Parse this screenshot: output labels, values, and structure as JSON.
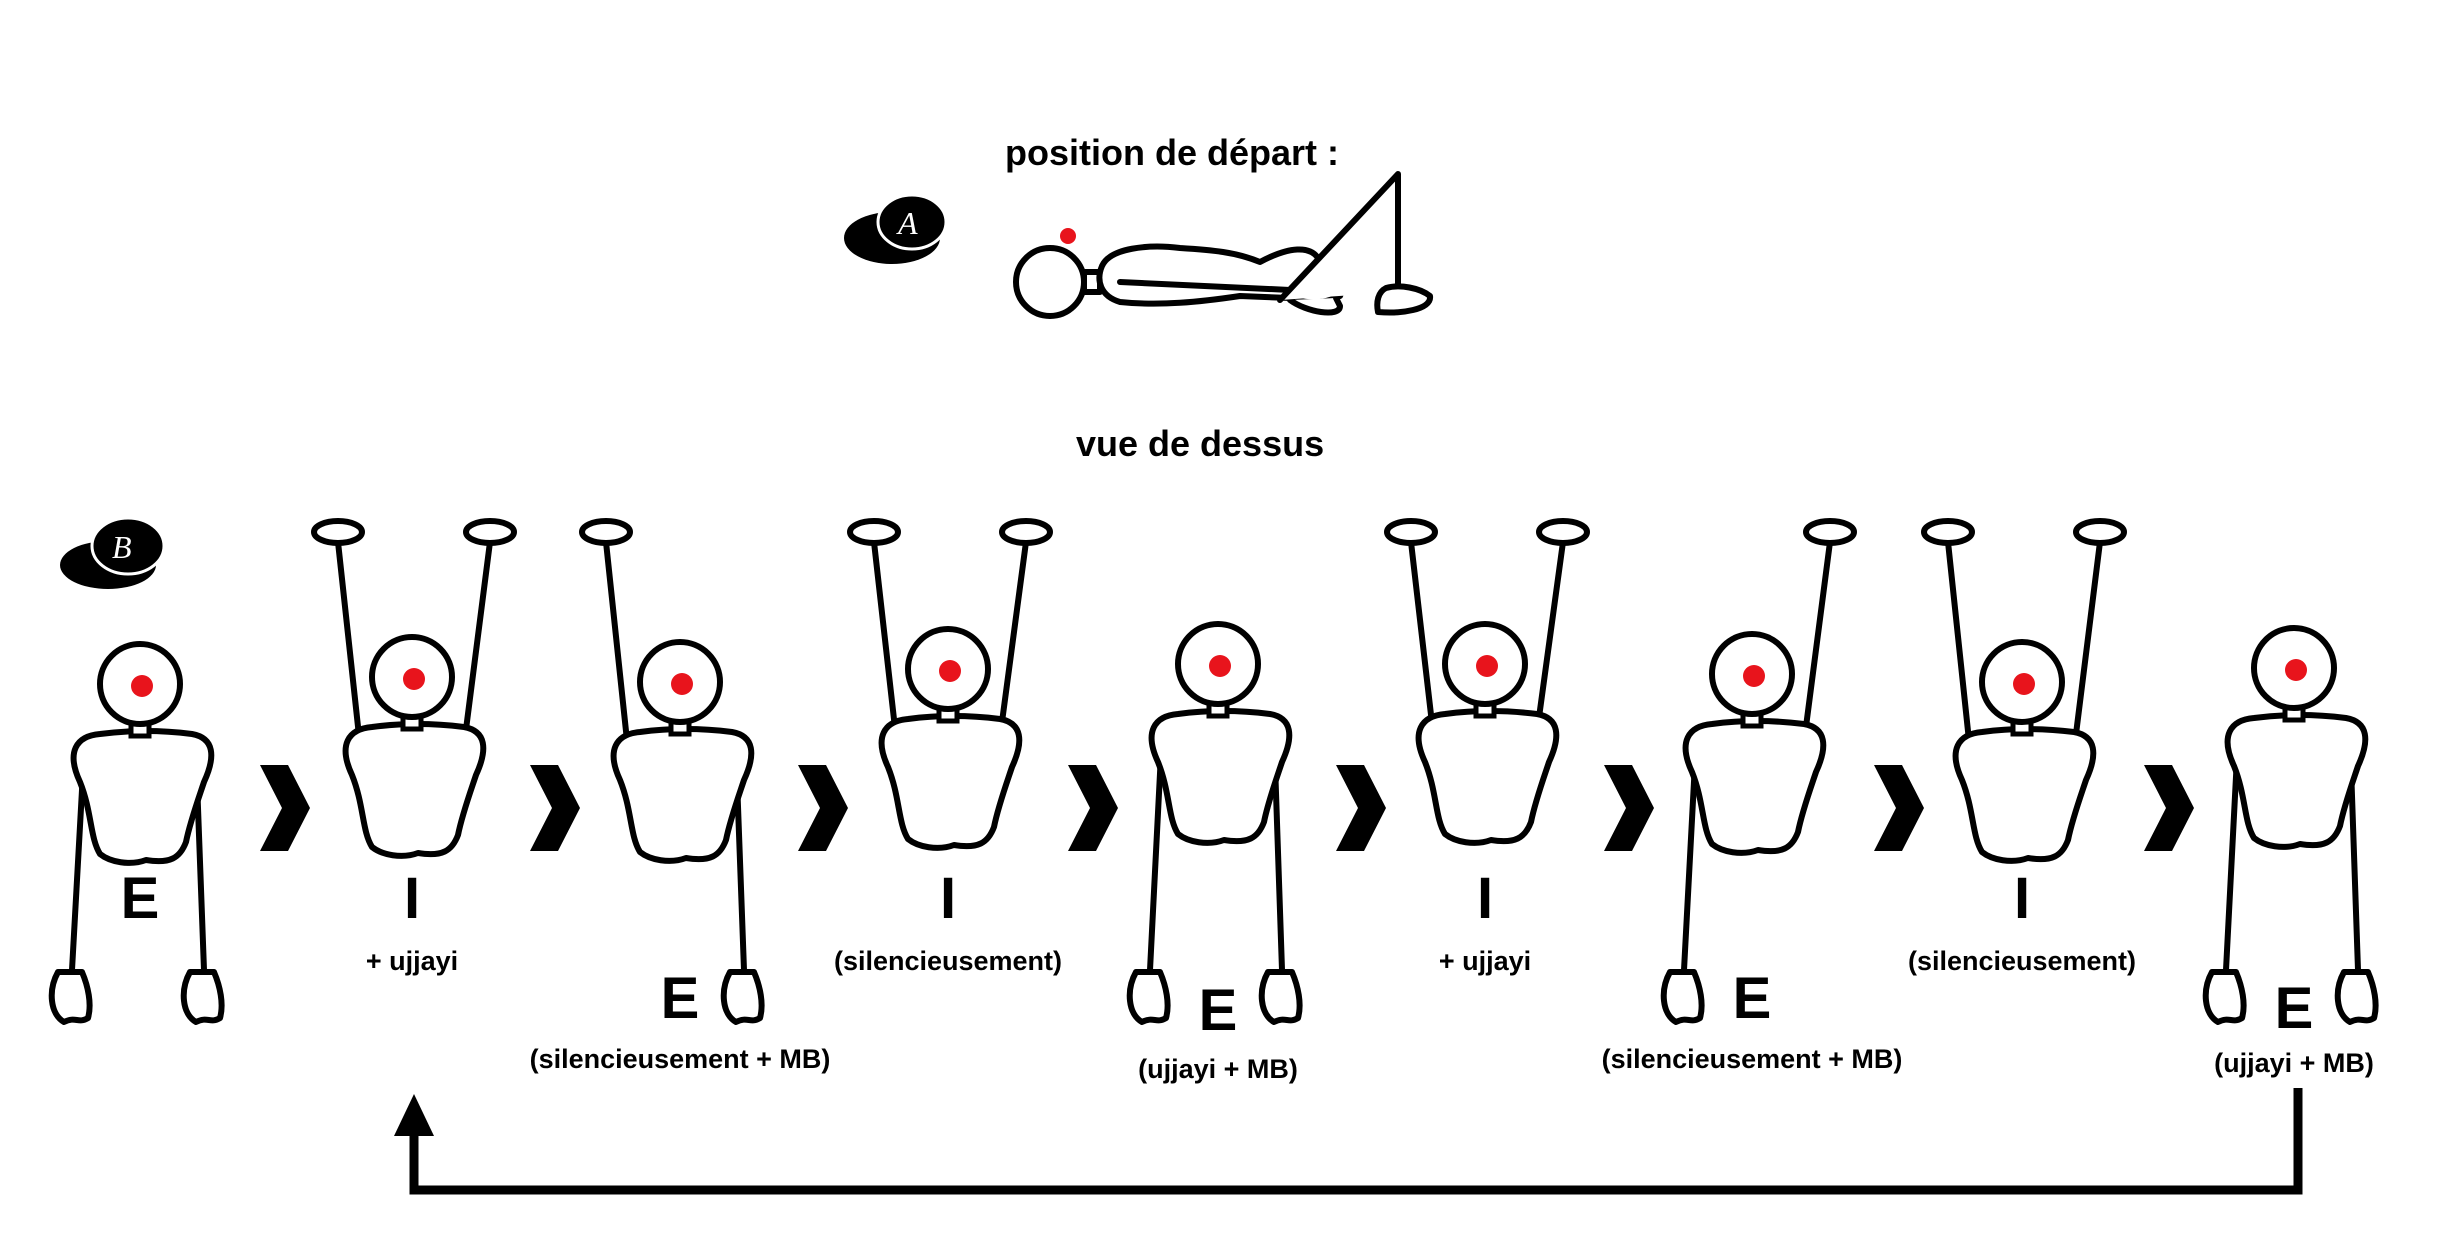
{
  "title_start": "position de départ :",
  "title_top": "vue de dessus",
  "badge_a": "A",
  "badge_b": "B",
  "steps": [
    {
      "letter": "E",
      "note": "",
      "arms": "down-both"
    },
    {
      "letter": "I",
      "note": "+ ujjayi",
      "arms": "up-both"
    },
    {
      "letter": "E",
      "note": "(silencieusement + MB)",
      "arms": "up-left-down-right"
    },
    {
      "letter": "I",
      "note": "(silencieusement)",
      "arms": "up-both"
    },
    {
      "letter": "E",
      "note": "(ujjayi + MB)",
      "arms": "down-both"
    },
    {
      "letter": "I",
      "note": "+ ujjayi",
      "arms": "up-both"
    },
    {
      "letter": "E",
      "note": "(silencieusement + MB)",
      "arms": "down-left-up-right"
    },
    {
      "letter": "I",
      "note": "(silencieusement)",
      "arms": "up-both"
    },
    {
      "letter": "E",
      "note": "(ujjayi + MB)",
      "arms": "down-both"
    }
  ],
  "colors": {
    "dot": "#e8141c",
    "ink": "#000000",
    "background": "#ffffff"
  }
}
